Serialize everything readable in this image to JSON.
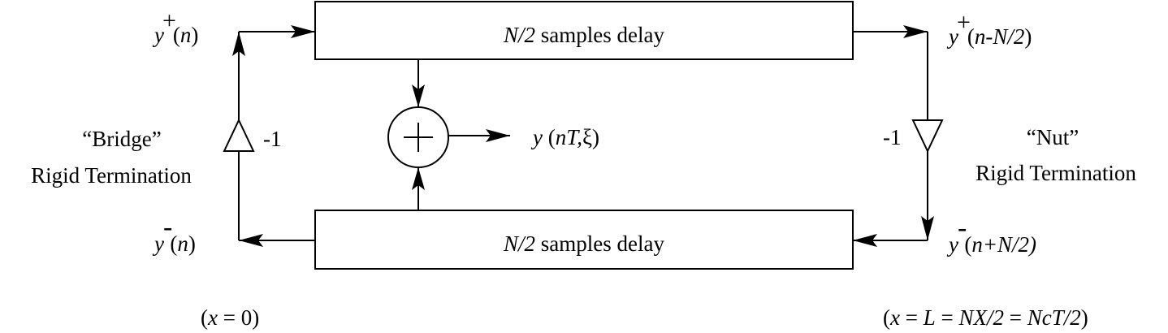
{
  "delay_top": {
    "italic": "N/2",
    "rest": " samples delay"
  },
  "delay_bottom": {
    "italic": "N/2",
    "rest": " samples delay"
  },
  "gain_left": "-1",
  "gain_right": "-1",
  "summer_symbol": "+",
  "output": {
    "y": "y",
    "open": " (",
    "args": "nT,",
    "xi": "ξ",
    "close": ")"
  },
  "y_plus_left": {
    "y": "y",
    "sup": "+",
    "open": "(",
    "arg": "n",
    "close": ")"
  },
  "y_minus_left": {
    "y": "y",
    "sup": "-",
    "open": "(",
    "arg": "n",
    "close": ")"
  },
  "y_plus_right": {
    "y": "y",
    "sup": "+",
    "open": "(",
    "arg": "n-N/2",
    "close": ")"
  },
  "y_minus_right": {
    "y": "y",
    "sup": "-",
    "open": "(",
    "arg": "n+N/2)"
  },
  "bridge": {
    "line1": "“Bridge”",
    "line2": "Rigid Termination"
  },
  "nut": {
    "line1": "“Nut”",
    "line2": "Rigid Termination"
  },
  "pos_left": {
    "open": "(",
    "x": "x",
    "rest": " = 0)"
  },
  "pos_right": {
    "open": "(",
    "x": "x",
    "eq1": " = ",
    "L": "L",
    "eq2": " = ",
    "NX": "NX/2",
    "eq3": " = ",
    "NcT": "NcT/2",
    "close": ")"
  }
}
